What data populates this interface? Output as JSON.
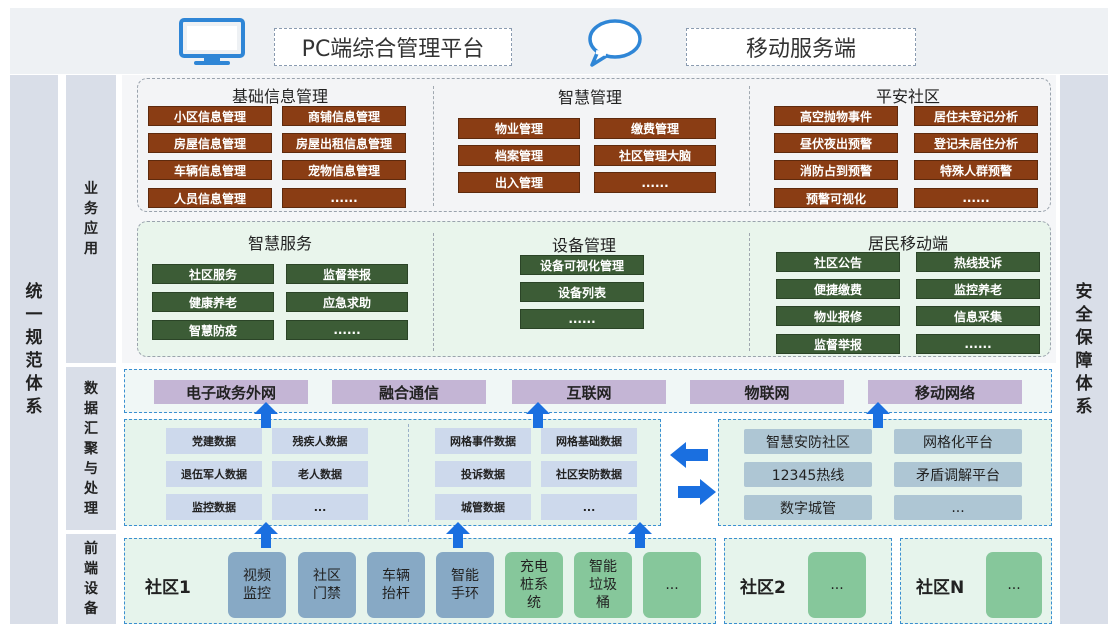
{
  "header": {
    "pc_label": "PC端综合管理平台",
    "mobile_label": "移动服务端"
  },
  "sidebar_left": [
    "统",
    "一",
    "规",
    "范",
    "体",
    "系"
  ],
  "sidebar_right": [
    "安",
    "全",
    "保",
    "障",
    "体",
    "系"
  ],
  "row_labels": {
    "business": [
      "业",
      "务",
      "应",
      "用"
    ],
    "data": [
      "数",
      "据",
      "汇",
      "聚",
      "与",
      "处",
      "理"
    ],
    "frontend": [
      "前",
      "端",
      "设",
      "备"
    ]
  },
  "business_top": {
    "basic": {
      "title": "基础信息管理",
      "items": [
        "小区信息管理",
        "商铺信息管理",
        "房屋信息管理",
        "房屋出租信息管理",
        "车辆信息管理",
        "宠物信息管理",
        "人员信息管理",
        "......"
      ]
    },
    "smart_mgmt": {
      "title": "智慧管理",
      "items": [
        "物业管理",
        "缴费管理",
        "档案管理",
        "社区管理大脑",
        "出入管理",
        "......"
      ]
    },
    "safe_community": {
      "title": "平安社区",
      "items": [
        "高空抛物事件",
        "居住未登记分析",
        "昼伏夜出预警",
        "登记未居住分析",
        "消防占到预警",
        "特殊人群预警",
        "预警可视化",
        "......"
      ]
    }
  },
  "business_bottom": {
    "smart_service": {
      "title": "智慧服务",
      "items": [
        "社区服务",
        "监督举报",
        "健康养老",
        "应急求助",
        "智慧防疫",
        "......"
      ]
    },
    "device_mgmt": {
      "title": "设备管理",
      "items": [
        "设备可视化管理",
        "设备列表",
        "......"
      ]
    },
    "resident_mobile": {
      "title": "居民移动端",
      "items": [
        "社区公告",
        "热线投诉",
        "便捷缴费",
        "监控养老",
        "物业报修",
        "信息采集",
        "监督举报",
        "......"
      ]
    }
  },
  "networks": [
    "电子政务外网",
    "融合通信",
    "互联网",
    "物联网",
    "移动网络"
  ],
  "data_left": [
    "党建数据",
    "残疾人数据",
    "退伍军人数据",
    "老人数据",
    "监控数据",
    "..."
  ],
  "data_mid": [
    "网格事件数据",
    "网格基础数据",
    "投诉数据",
    "社区安防数据",
    "城管数据",
    "..."
  ],
  "data_right": [
    "智慧安防社区",
    "网格化平台",
    "12345热线",
    "矛盾调解平台",
    "数字城管",
    "..."
  ],
  "frontend": {
    "community1": "社区1",
    "devices": [
      "视频\n监控",
      "社区\n门禁",
      "车辆\n抬杆",
      "智能\n手环",
      "充电\n桩系\n统",
      "智能\n垃圾\n桶",
      "..."
    ],
    "community2": "社区2",
    "community2_device": "...",
    "communityN": "社区N",
    "communityN_device": "..."
  },
  "colors": {
    "brown_pill": "#8a3d14",
    "green_pill": "#3c5c36",
    "network": "#c4b5d5",
    "arrow": "#1a6fe0"
  }
}
